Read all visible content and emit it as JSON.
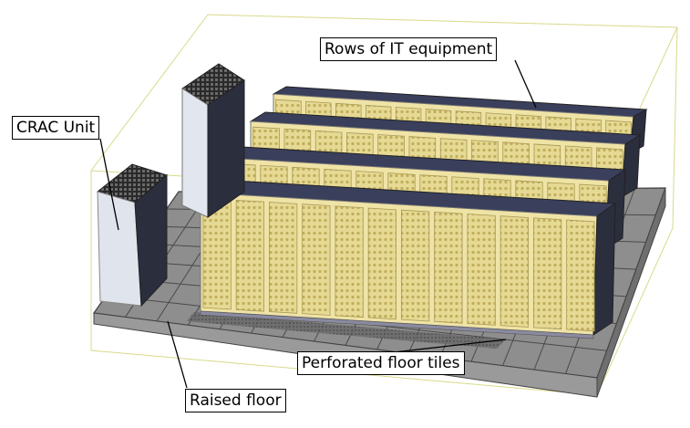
{
  "labels": {
    "it_rows": "Rows of IT equipment",
    "crac": "CRAC Unit",
    "perforated": "Perforated floor tiles",
    "raised": "Raised floor"
  },
  "scene": {
    "rack_rows": 4,
    "racks_per_row": 12,
    "crac_units": 2
  },
  "colors": {
    "enclosure_line": "#d9d98c",
    "floor_tile": "#8c8c8c",
    "floor_edge": "#3f3f3f",
    "rack_face": "#e8dc9a",
    "rack_perf": "#c4b25c",
    "rack_top": "#3a3f5c",
    "crac_body": "#d8dce6",
    "crac_grille": "#2c2c2c"
  }
}
